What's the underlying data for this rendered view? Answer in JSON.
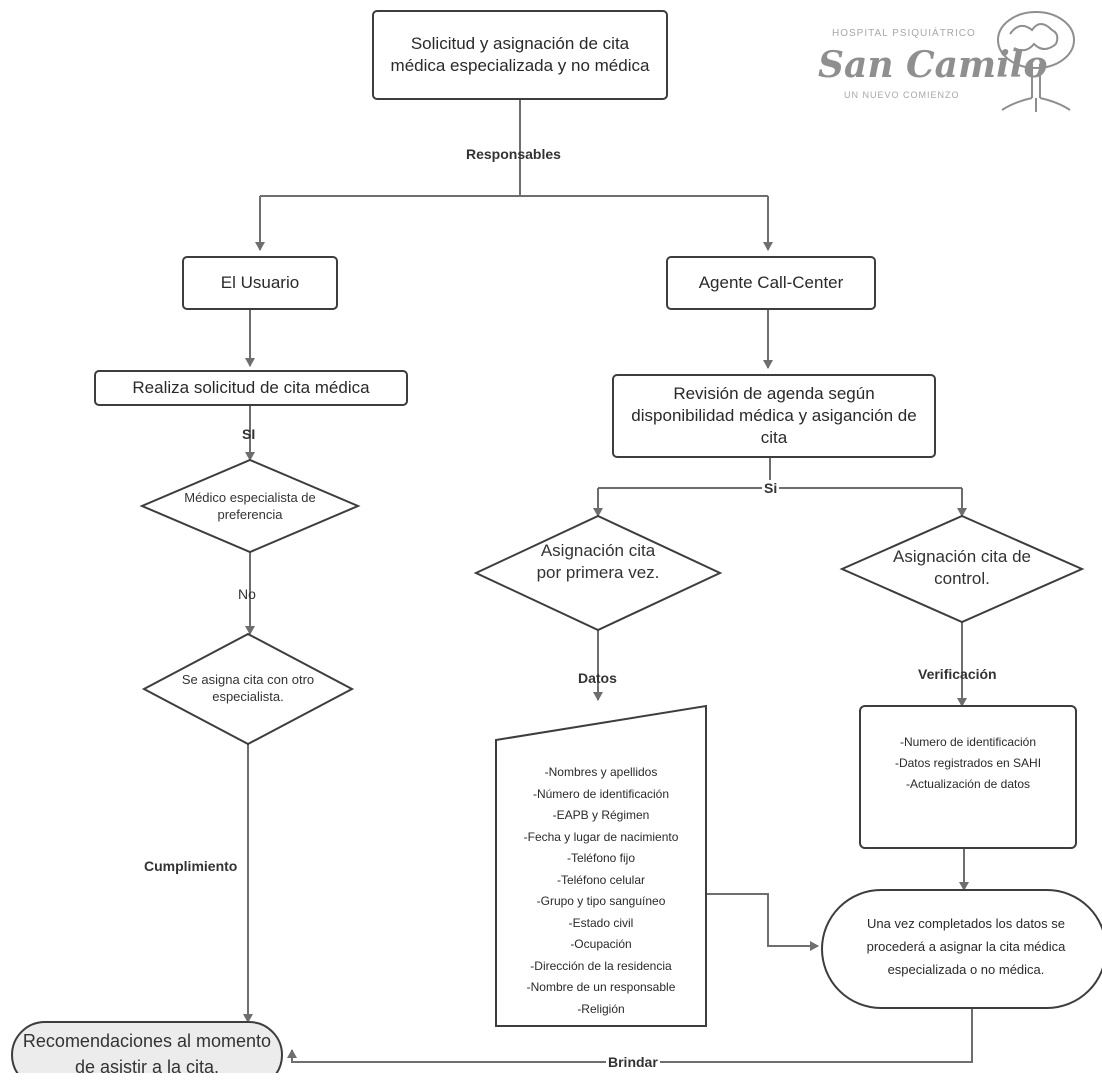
{
  "logo": {
    "top_text": "HOSPITAL PSIQUIÁTRICO",
    "main_text": "San Camilo",
    "bottom_text": "UN NUEVO COMIENZO"
  },
  "nodes": {
    "title": "Solicitud y asignación de cita médica especializada y no médica",
    "usuario": "El Usuario",
    "agente": "Agente Call-Center",
    "realiza": "Realiza solicitud de cita médica",
    "revision": "Revisión de agenda según disponibilidad médica y asiganción de cita",
    "medico_especialista": "Médico especialista de preferencia",
    "se_asigna": "Se asigna cita con otro especialista.",
    "primera_vez": "Asignación cita por primera vez.",
    "control": "Asignación cita de control.",
    "datos_list": [
      "-Nombres y apellidos",
      "-Número de identificación",
      "-EAPB y Régimen",
      "-Fecha y lugar de nacimiento",
      "-Teléfono fijo",
      "-Teléfono celular",
      "-Grupo y tipo sanguíneo",
      "-Estado civil",
      "-Ocupación",
      "-Dirección de la residencia",
      "-Nombre de un responsable",
      "-Religión"
    ],
    "verificacion_list": [
      "-Numero de identificación",
      "-Datos registrados en SAHI",
      "-Actualización de datos"
    ],
    "completados": "Una vez completados los datos se procederá a asignar la cita médica especializada o no médica.",
    "recomendaciones": "Recomendaciones al momento de asistir a la cita."
  },
  "labels": {
    "responsables": "Responsables",
    "si_left": "SI",
    "no": "No",
    "cumplimiento": "Cumplimiento",
    "si_right": "Si",
    "datos": "Datos",
    "verificacion": "Verificación",
    "brindar": "Brindar"
  },
  "colors": {
    "line": "#6e6e6e",
    "border": "#3d3d3d",
    "terminal_fill": "#ececec",
    "logo": "#8f8f8f"
  }
}
